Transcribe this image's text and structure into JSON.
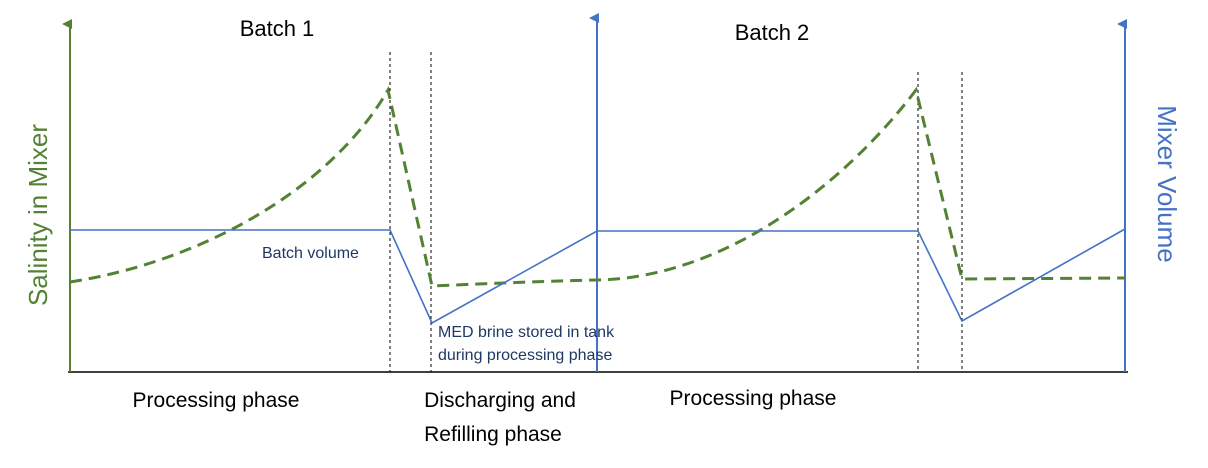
{
  "colors": {
    "salinity": "#548235",
    "volume": "#4472c4",
    "baseline": "#000000",
    "annotation": "#1f3864"
  },
  "labels": {
    "batch1": "Batch 1",
    "batch2": "Batch 2",
    "left_axis": "Salinity in Mixer",
    "right_axis": "Mixer Volume",
    "batch_volume": "Batch volume",
    "med_brine_line1": "MED brine stored in tank",
    "med_brine_line2": "during processing phase",
    "processing_phase_1": "Processing phase",
    "discharging_line1": "Discharging and",
    "discharging_line2": "Refilling phase",
    "processing_phase_2": "Processing phase"
  }
}
